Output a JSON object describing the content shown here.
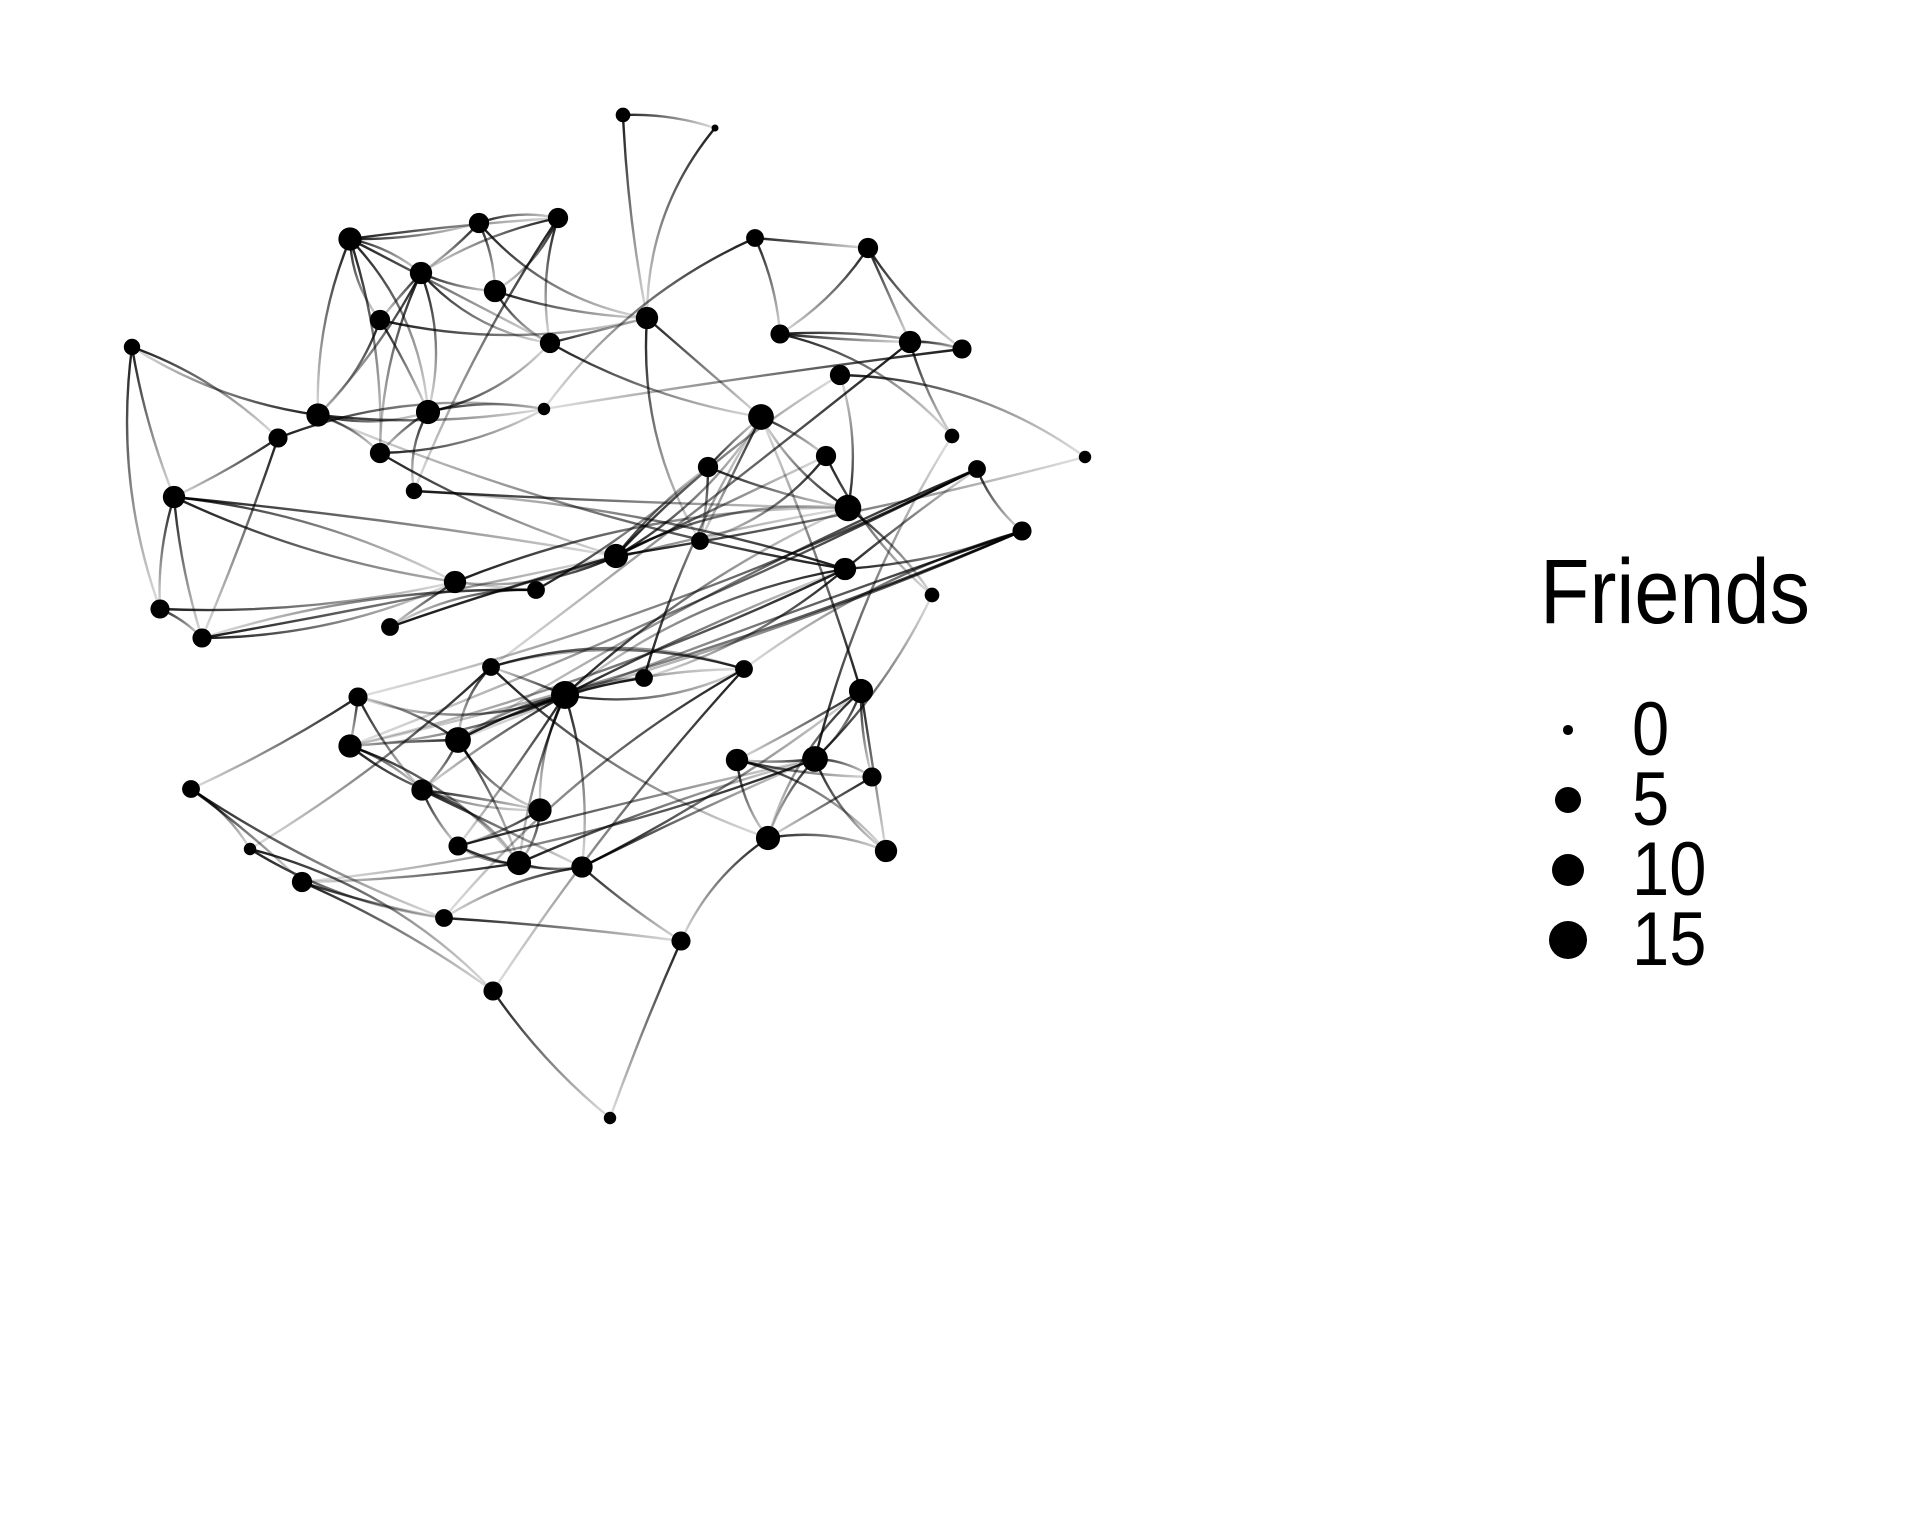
{
  "legend": {
    "title": "Friends",
    "items": [
      {
        "label": "0",
        "value": 0
      },
      {
        "label": "5",
        "value": 5
      },
      {
        "label": "10",
        "value": 10
      },
      {
        "label": "15",
        "value": 15
      }
    ]
  },
  "colors": {
    "node": "#000000",
    "edge": "#000000",
    "background": "#ffffff"
  },
  "network": {
    "nodes": [
      {
        "id": "n1",
        "friends": 2
      },
      {
        "id": "n2",
        "friends": 0
      },
      {
        "id": "n3",
        "friends": 9
      },
      {
        "id": "n4",
        "friends": 6
      },
      {
        "id": "n5",
        "friends": 6
      },
      {
        "id": "n6",
        "friends": 8
      },
      {
        "id": "n7",
        "friends": 6
      },
      {
        "id": "n8",
        "friends": 8
      },
      {
        "id": "n9",
        "friends": 6
      },
      {
        "id": "n10",
        "friends": 9
      },
      {
        "id": "n11",
        "friends": 10
      },
      {
        "id": "n12",
        "friends": 6
      },
      {
        "id": "n13",
        "friends": 8
      },
      {
        "id": "n14",
        "friends": 1
      },
      {
        "id": "n15",
        "friends": 3
      },
      {
        "id": "n16",
        "friends": 3
      },
      {
        "id": "n17",
        "friends": 5
      },
      {
        "id": "n18",
        "friends": 8
      },
      {
        "id": "n19",
        "friends": 5
      },
      {
        "id": "n20",
        "friends": 5
      },
      {
        "id": "n21",
        "friends": 10
      },
      {
        "id": "n22",
        "friends": 8
      },
      {
        "id": "n23",
        "friends": 4
      },
      {
        "id": "n24",
        "friends": 4
      },
      {
        "id": "n25",
        "friends": 6
      },
      {
        "id": "n26",
        "friends": 13
      },
      {
        "id": "n27",
        "friends": 12
      },
      {
        "id": "n28",
        "friends": 6
      },
      {
        "id": "n29",
        "friends": 6
      },
      {
        "id": "n30",
        "friends": 1
      },
      {
        "id": "n31",
        "friends": 4
      },
      {
        "id": "n32",
        "friends": 2
      },
      {
        "id": "n33",
        "friends": 4
      },
      {
        "id": "n34",
        "friends": 6
      },
      {
        "id": "n35",
        "friends": 5
      },
      {
        "id": "n36",
        "friends": 8
      },
      {
        "id": "n37",
        "friends": 5
      },
      {
        "id": "n38",
        "friends": 2
      },
      {
        "id": "n39",
        "friends": 8
      },
      {
        "id": "n40",
        "friends": 4
      },
      {
        "id": "n41",
        "friends": 5
      },
      {
        "id": "n42",
        "friends": 15
      },
      {
        "id": "n43",
        "friends": 4
      },
      {
        "id": "n44",
        "friends": 4
      },
      {
        "id": "n45",
        "friends": 12
      },
      {
        "id": "n46",
        "friends": 5
      },
      {
        "id": "n47",
        "friends": 9
      },
      {
        "id": "n48",
        "friends": 7
      },
      {
        "id": "n49",
        "friends": 9
      },
      {
        "id": "n50",
        "friends": 4
      },
      {
        "id": "n51",
        "friends": 10
      },
      {
        "id": "n52",
        "friends": 5
      },
      {
        "id": "n53",
        "friends": 7
      },
      {
        "id": "n54",
        "friends": 10
      },
      {
        "id": "n55",
        "friends": 12
      },
      {
        "id": "n56",
        "friends": 8
      },
      {
        "id": "n57",
        "friends": 5
      },
      {
        "id": "n58",
        "friends": 10
      },
      {
        "id": "n59",
        "friends": 4
      },
      {
        "id": "n60",
        "friends": 1
      },
      {
        "id": "n61",
        "friends": 6
      },
      {
        "id": "n62",
        "friends": 4
      },
      {
        "id": "n63",
        "friends": 5
      },
      {
        "id": "n64",
        "friends": 8
      },
      {
        "id": "n65",
        "friends": 5
      },
      {
        "id": "n66",
        "friends": 1
      }
    ],
    "edges": [
      [
        "n1",
        "n2"
      ],
      [
        "n1",
        "n13"
      ],
      [
        "n2",
        "n13"
      ],
      [
        "n3",
        "n4"
      ],
      [
        "n3",
        "n5"
      ],
      [
        "n3",
        "n6"
      ],
      [
        "n3",
        "n7"
      ],
      [
        "n3",
        "n11"
      ],
      [
        "n3",
        "n10"
      ],
      [
        "n3",
        "n12"
      ],
      [
        "n3",
        "n9"
      ],
      [
        "n4",
        "n5"
      ],
      [
        "n4",
        "n6"
      ],
      [
        "n4",
        "n8"
      ],
      [
        "n4",
        "n13"
      ],
      [
        "n5",
        "n6"
      ],
      [
        "n5",
        "n8"
      ],
      [
        "n5",
        "n9"
      ],
      [
        "n5",
        "n15"
      ],
      [
        "n6",
        "n7"
      ],
      [
        "n6",
        "n10"
      ],
      [
        "n6",
        "n11"
      ],
      [
        "n6",
        "n12"
      ],
      [
        "n6",
        "n8"
      ],
      [
        "n6",
        "n9"
      ],
      [
        "n7",
        "n11"
      ],
      [
        "n7",
        "n10"
      ],
      [
        "n7",
        "n13"
      ],
      [
        "n8",
        "n13"
      ],
      [
        "n8",
        "n9"
      ],
      [
        "n9",
        "n13"
      ],
      [
        "n9",
        "n27"
      ],
      [
        "n10",
        "n11"
      ],
      [
        "n10",
        "n12"
      ],
      [
        "n10",
        "n14"
      ],
      [
        "n10",
        "n16"
      ],
      [
        "n11",
        "n12"
      ],
      [
        "n11",
        "n15"
      ],
      [
        "n11",
        "n9"
      ],
      [
        "n11",
        "n14"
      ],
      [
        "n12",
        "n21"
      ],
      [
        "n12",
        "n14"
      ],
      [
        "n13",
        "n31"
      ],
      [
        "n13",
        "n27"
      ],
      [
        "n15",
        "n26"
      ],
      [
        "n16",
        "n17"
      ],
      [
        "n16",
        "n18"
      ],
      [
        "n16",
        "n19"
      ],
      [
        "n17",
        "n18"
      ],
      [
        "n17",
        "n20"
      ],
      [
        "n17",
        "n14"
      ],
      [
        "n18",
        "n19"
      ],
      [
        "n18",
        "n20"
      ],
      [
        "n18",
        "n21"
      ],
      [
        "n18",
        "n22"
      ],
      [
        "n18",
        "n23"
      ],
      [
        "n19",
        "n20"
      ],
      [
        "n19",
        "n22"
      ],
      [
        "n20",
        "n21"
      ],
      [
        "n20",
        "n22"
      ],
      [
        "n21",
        "n22"
      ],
      [
        "n21",
        "n24"
      ],
      [
        "n21",
        "n25"
      ],
      [
        "n21",
        "n26"
      ],
      [
        "n21",
        "n27"
      ],
      [
        "n21",
        "n28"
      ],
      [
        "n21",
        "n29"
      ],
      [
        "n21",
        "n30"
      ],
      [
        "n22",
        "n24"
      ],
      [
        "n22",
        "n26"
      ],
      [
        "n23",
        "n20"
      ],
      [
        "n23",
        "n24"
      ],
      [
        "n23",
        "n25"
      ],
      [
        "n24",
        "n26"
      ],
      [
        "n25",
        "n26"
      ],
      [
        "n25",
        "n27"
      ],
      [
        "n25",
        "n31"
      ],
      [
        "n26",
        "n27"
      ],
      [
        "n26",
        "n29"
      ],
      [
        "n26",
        "n32"
      ],
      [
        "n27",
        "n28"
      ],
      [
        "n27",
        "n31"
      ],
      [
        "n28",
        "n31"
      ],
      [
        "n28",
        "n32"
      ],
      [
        "n29",
        "n30"
      ],
      [
        "n33",
        "n34"
      ],
      [
        "n33",
        "n35"
      ],
      [
        "n33",
        "n14"
      ],
      [
        "n34",
        "n35"
      ],
      [
        "n34",
        "n36"
      ],
      [
        "n34",
        "n37"
      ],
      [
        "n35",
        "n36"
      ],
      [
        "n35",
        "n37"
      ],
      [
        "n35",
        "n38"
      ],
      [
        "n36",
        "n37"
      ],
      [
        "n36",
        "n38"
      ],
      [
        "n37",
        "n14"
      ],
      [
        "n36",
        "n44"
      ],
      [
        "n39",
        "n40"
      ],
      [
        "n39",
        "n41"
      ],
      [
        "n39",
        "n42"
      ],
      [
        "n39",
        "n43"
      ],
      [
        "n39",
        "n47"
      ],
      [
        "n39",
        "n10"
      ],
      [
        "n39",
        "n15"
      ],
      [
        "n40",
        "n41"
      ],
      [
        "n40",
        "n45"
      ],
      [
        "n40",
        "n47"
      ],
      [
        "n40",
        "n46"
      ],
      [
        "n41",
        "n42"
      ],
      [
        "n41",
        "n45"
      ],
      [
        "n41",
        "n47"
      ],
      [
        "n41",
        "n50"
      ],
      [
        "n42",
        "n43"
      ],
      [
        "n42",
        "n44"
      ],
      [
        "n42",
        "n45"
      ],
      [
        "n42",
        "n46"
      ],
      [
        "n42",
        "n47"
      ],
      [
        "n42",
        "n48"
      ],
      [
        "n42",
        "n49"
      ],
      [
        "n42",
        "n50"
      ],
      [
        "n42",
        "n51"
      ],
      [
        "n42",
        "n52"
      ],
      [
        "n42",
        "n53"
      ],
      [
        "n42",
        "n39"
      ],
      [
        "n42",
        "n26"
      ],
      [
        "n43",
        "n45"
      ],
      [
        "n43",
        "n27"
      ],
      [
        "n44",
        "n45"
      ],
      [
        "n44",
        "n50"
      ],
      [
        "n44",
        "n60"
      ],
      [
        "n44",
        "n58"
      ],
      [
        "n45",
        "n46"
      ],
      [
        "n45",
        "n47"
      ],
      [
        "n45",
        "n48"
      ],
      [
        "n45",
        "n49"
      ],
      [
        "n45",
        "n50"
      ],
      [
        "n45",
        "n51"
      ],
      [
        "n46",
        "n47"
      ],
      [
        "n46",
        "n48"
      ],
      [
        "n46",
        "n59"
      ],
      [
        "n47",
        "n48"
      ],
      [
        "n47",
        "n49"
      ],
      [
        "n47",
        "n51"
      ],
      [
        "n48",
        "n49"
      ],
      [
        "n48",
        "n51"
      ],
      [
        "n48",
        "n52"
      ],
      [
        "n48",
        "n53"
      ],
      [
        "n49",
        "n51"
      ],
      [
        "n49",
        "n52"
      ],
      [
        "n50",
        "n44"
      ],
      [
        "n50",
        "n63"
      ],
      [
        "n50",
        "n62"
      ],
      [
        "n51",
        "n52"
      ],
      [
        "n51",
        "n53"
      ],
      [
        "n51",
        "n55"
      ],
      [
        "n51",
        "n61"
      ],
      [
        "n52",
        "n53"
      ],
      [
        "n52",
        "n55"
      ],
      [
        "n53",
        "n54"
      ],
      [
        "n53",
        "n55"
      ],
      [
        "n53",
        "n62"
      ],
      [
        "n53",
        "n65"
      ],
      [
        "n54",
        "n55"
      ],
      [
        "n54",
        "n56"
      ],
      [
        "n54",
        "n57"
      ],
      [
        "n54",
        "n58"
      ],
      [
        "n54",
        "n64"
      ],
      [
        "n54",
        "n27"
      ],
      [
        "n55",
        "n56"
      ],
      [
        "n55",
        "n57"
      ],
      [
        "n55",
        "n58"
      ],
      [
        "n55",
        "n64"
      ],
      [
        "n55",
        "n61"
      ],
      [
        "n55",
        "n38"
      ],
      [
        "n55",
        "n32"
      ],
      [
        "n56",
        "n57"
      ],
      [
        "n56",
        "n58"
      ],
      [
        "n56",
        "n64"
      ],
      [
        "n57",
        "n58"
      ],
      [
        "n58",
        "n64"
      ],
      [
        "n58",
        "n65"
      ],
      [
        "n59",
        "n60"
      ],
      [
        "n59",
        "n61"
      ],
      [
        "n59",
        "n62"
      ],
      [
        "n60",
        "n62"
      ],
      [
        "n60",
        "n63"
      ],
      [
        "n61",
        "n62"
      ],
      [
        "n61",
        "n63"
      ],
      [
        "n62",
        "n65"
      ],
      [
        "n63",
        "n66"
      ],
      [
        "n65",
        "n66"
      ]
    ]
  }
}
